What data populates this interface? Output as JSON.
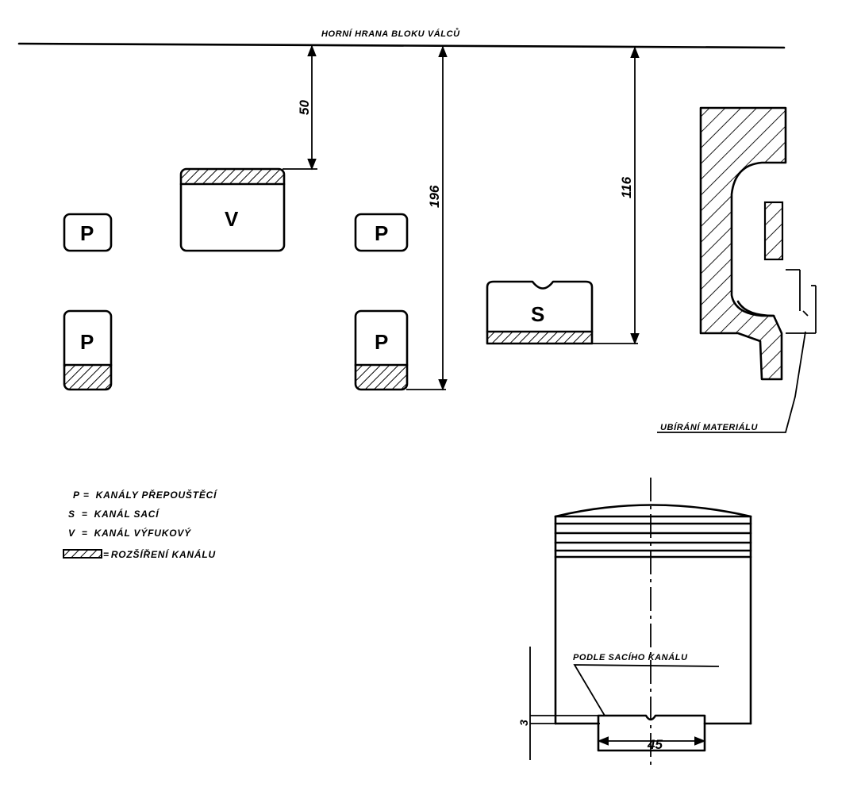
{
  "labels": {
    "top_edge": "HORNÍ HRANA BLOKU VÁLCŮ",
    "material_removal": "UBÍRÁNÍ MATERIÁLU",
    "along_intake": "PODLE SACÍHO KANÁLU"
  },
  "ports": {
    "exhaust": "V",
    "intake": "S",
    "transfer": "P"
  },
  "dimensions": {
    "d50": "50",
    "d116": "116",
    "d196": "196",
    "d3": "3",
    "d45": "45"
  },
  "legend": [
    {
      "key": "P",
      "sep": "=",
      "text": "KANÁLY PŘEPOUŠTĚCÍ"
    },
    {
      "key": "S",
      "sep": "=",
      "text": "KANÁL SACÍ"
    },
    {
      "key": "V",
      "sep": "=",
      "text": "KANÁL VÝFUKOVÝ"
    },
    {
      "key": "",
      "sep": "=",
      "text": "ROZŠÍŘENÍ KANÁLU"
    }
  ]
}
